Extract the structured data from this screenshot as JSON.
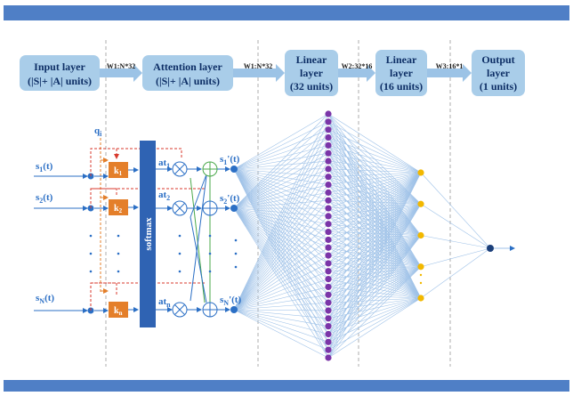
{
  "colors": {
    "band": "#4f7fc6",
    "box_fill": "#a9cde9",
    "box_text": "#0e2f66",
    "arrow": "#9cc3e6",
    "signal": "#2b6fc5",
    "key": "#e47f2a",
    "softmax": "#2f63b3",
    "linear32_node": "#7b35a8",
    "linear16_node": "#f2b800",
    "output_node": "#1b3f7a",
    "fc_edge": "#9fc2e8",
    "feedback": "#d83a2e",
    "green_link": "#4aa84a"
  },
  "layers": [
    {
      "lines": [
        "Input layer",
        "(|S|+ |A| units)"
      ]
    },
    {
      "lines": [
        "Attention layer",
        "(|S|+ |A| units)"
      ]
    },
    {
      "lines": [
        "Linear",
        "layer",
        "(32  units)"
      ]
    },
    {
      "lines": [
        "Linear",
        "layer",
        "(16  units)"
      ]
    },
    {
      "lines": [
        "Output",
        "layer",
        "(1 units)"
      ]
    }
  ],
  "weights": [
    "W1:N*32",
    "W1:N*32",
    "W2:32*16",
    "W3:16*1"
  ],
  "query": {
    "base": "q",
    "sub": "i"
  },
  "inputs": [
    {
      "base": "s",
      "sub": "1",
      "suffix": "(t)"
    },
    {
      "base": "s",
      "sub": "2",
      "suffix": "(t)"
    },
    {
      "base": "s",
      "sub": "N",
      "suffix": "(t)"
    }
  ],
  "keys": [
    {
      "base": "k",
      "sub": "1"
    },
    {
      "base": "k",
      "sub": "2"
    },
    {
      "base": "k",
      "sub": "n"
    }
  ],
  "attn": [
    {
      "base": "at",
      "sub": "1"
    },
    {
      "base": "at",
      "sub": "2"
    },
    {
      "base": "at",
      "sub": "n"
    }
  ],
  "outputs": [
    {
      "base": "s",
      "sub": "1",
      "suffix": "'(t)"
    },
    {
      "base": "s",
      "sub": "2",
      "suffix": "'(t)"
    },
    {
      "base": "s",
      "sub": "N",
      "suffix": "'(t)"
    }
  ],
  "softmax_label": "softmax",
  "hidden1_count": 32,
  "hidden2_count": 5,
  "output_count": 1
}
